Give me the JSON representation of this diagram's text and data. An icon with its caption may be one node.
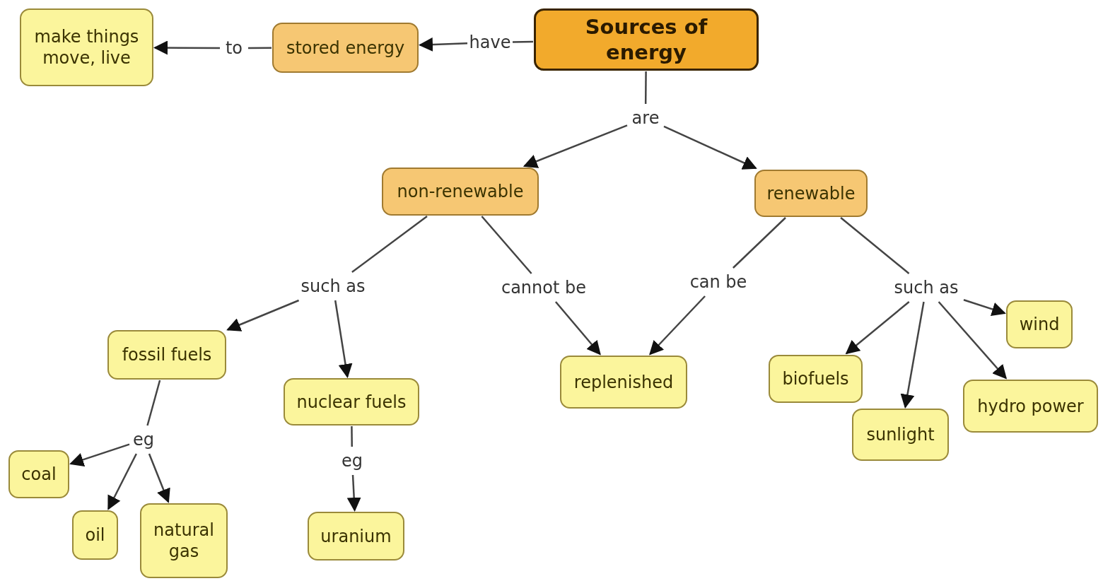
{
  "diagram": {
    "nodes": [
      {
        "text": [
          "make things move, live"
        ]
      },
      {
        "text": [
          "to"
        ]
      },
      {
        "text": [
          "stored energy"
        ]
      },
      {
        "text": [
          "have"
        ]
      },
      {
        "text": [
          "Sources of energy"
        ]
      },
      {
        "text": [
          "are"
        ]
      },
      {
        "text": [
          "non-renewable"
        ]
      },
      {
        "text": [
          "renewable"
        ]
      },
      {
        "text": [
          "such as"
        ]
      },
      {
        "text": [
          "cannot be"
        ]
      },
      {
        "text": [
          "can be"
        ]
      },
      {
        "text": [
          "such as"
        ]
      },
      {
        "text": [
          "fossil fuels"
        ]
      },
      {
        "text": [
          "nuclear fuels"
        ]
      },
      {
        "text": [
          "replenished"
        ]
      },
      {
        "text": [
          "biofuels"
        ]
      },
      {
        "text": [
          "wind"
        ]
      },
      {
        "text": [
          "sunlight"
        ]
      },
      {
        "text": [
          "hydro power"
        ]
      },
      {
        "text": [
          "eg"
        ]
      },
      {
        "text": [
          "eg"
        ]
      },
      {
        "text": [
          "coal"
        ]
      },
      {
        "text": [
          "oil"
        ]
      },
      {
        "text": [
          "natural gas"
        ]
      },
      {
        "text": [
          "uranium"
        ]
      }
    ],
    "edges": [
      {
        "from": 4,
        "to": 3,
        "arrow": "none"
      },
      {
        "from": 3,
        "to": 2,
        "arrow": "to"
      },
      {
        "from": 2,
        "to": 1,
        "arrow": "none"
      },
      {
        "from": 1,
        "to": 0,
        "arrow": "to"
      },
      {
        "from": 4,
        "to": 5,
        "arrow": "none"
      },
      {
        "from": 5,
        "to": 6,
        "arrow": "to"
      },
      {
        "from": 5,
        "to": 7,
        "arrow": "to"
      },
      {
        "from": 6,
        "to": 8,
        "arrow": "none"
      },
      {
        "from": 8,
        "to": 12,
        "arrow": "to"
      },
      {
        "from": 8,
        "to": 13,
        "arrow": "to"
      },
      {
        "from": 6,
        "to": 9,
        "arrow": "none"
      },
      {
        "from": 9,
        "to": 14,
        "arrow": "to"
      },
      {
        "from": 7,
        "to": 10,
        "arrow": "none"
      },
      {
        "from": 10,
        "to": 14,
        "arrow": "to"
      },
      {
        "from": 7,
        "to": 11,
        "arrow": "none"
      },
      {
        "from": 11,
        "to": 15,
        "arrow": "to"
      },
      {
        "from": 11,
        "to": 17,
        "arrow": "to"
      },
      {
        "from": 11,
        "to": 18,
        "arrow": "to"
      },
      {
        "from": 11,
        "to": 16,
        "arrow": "to"
      },
      {
        "from": 12,
        "to": 19,
        "arrow": "none"
      },
      {
        "from": 19,
        "to": 21,
        "arrow": "to"
      },
      {
        "from": 19,
        "to": 22,
        "arrow": "to"
      },
      {
        "from": 19,
        "to": 23,
        "arrow": "to"
      },
      {
        "from": 13,
        "to": 20,
        "arrow": "none"
      },
      {
        "from": 20,
        "to": 24,
        "arrow": "to"
      }
    ]
  }
}
